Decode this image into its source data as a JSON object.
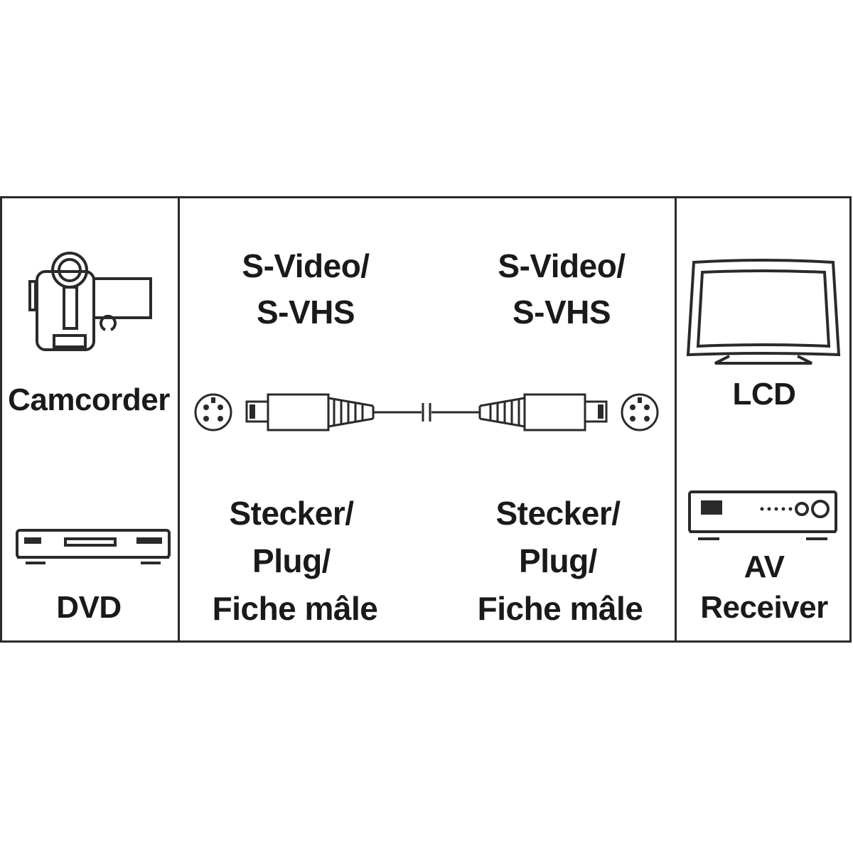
{
  "left": {
    "device_1": {
      "icon": "camcorder-icon",
      "label": "Camcorder"
    },
    "device_2": {
      "icon": "dvd-player-icon",
      "label": "DVD"
    }
  },
  "middle": {
    "left_connector": {
      "line1": "S-Video/",
      "line2": "S-VHS",
      "type_1": "Stecker/",
      "type_2": "Plug/",
      "type_3": "Fiche mâle"
    },
    "right_connector": {
      "line1": "S-Video/",
      "line2": "S-VHS",
      "type_1": "Stecker/",
      "type_2": "Plug/",
      "type_3": "Fiche mâle"
    },
    "cable_icon": "s-video-cable-icon"
  },
  "right": {
    "device_1": {
      "icon": "lcd-tv-icon",
      "label": "LCD"
    },
    "device_2": {
      "icon": "av-receiver-icon",
      "label_line1": "AV",
      "label_line2": "Receiver"
    }
  },
  "colors": {
    "line": "#2a2a2a",
    "background": "#ffffff"
  }
}
